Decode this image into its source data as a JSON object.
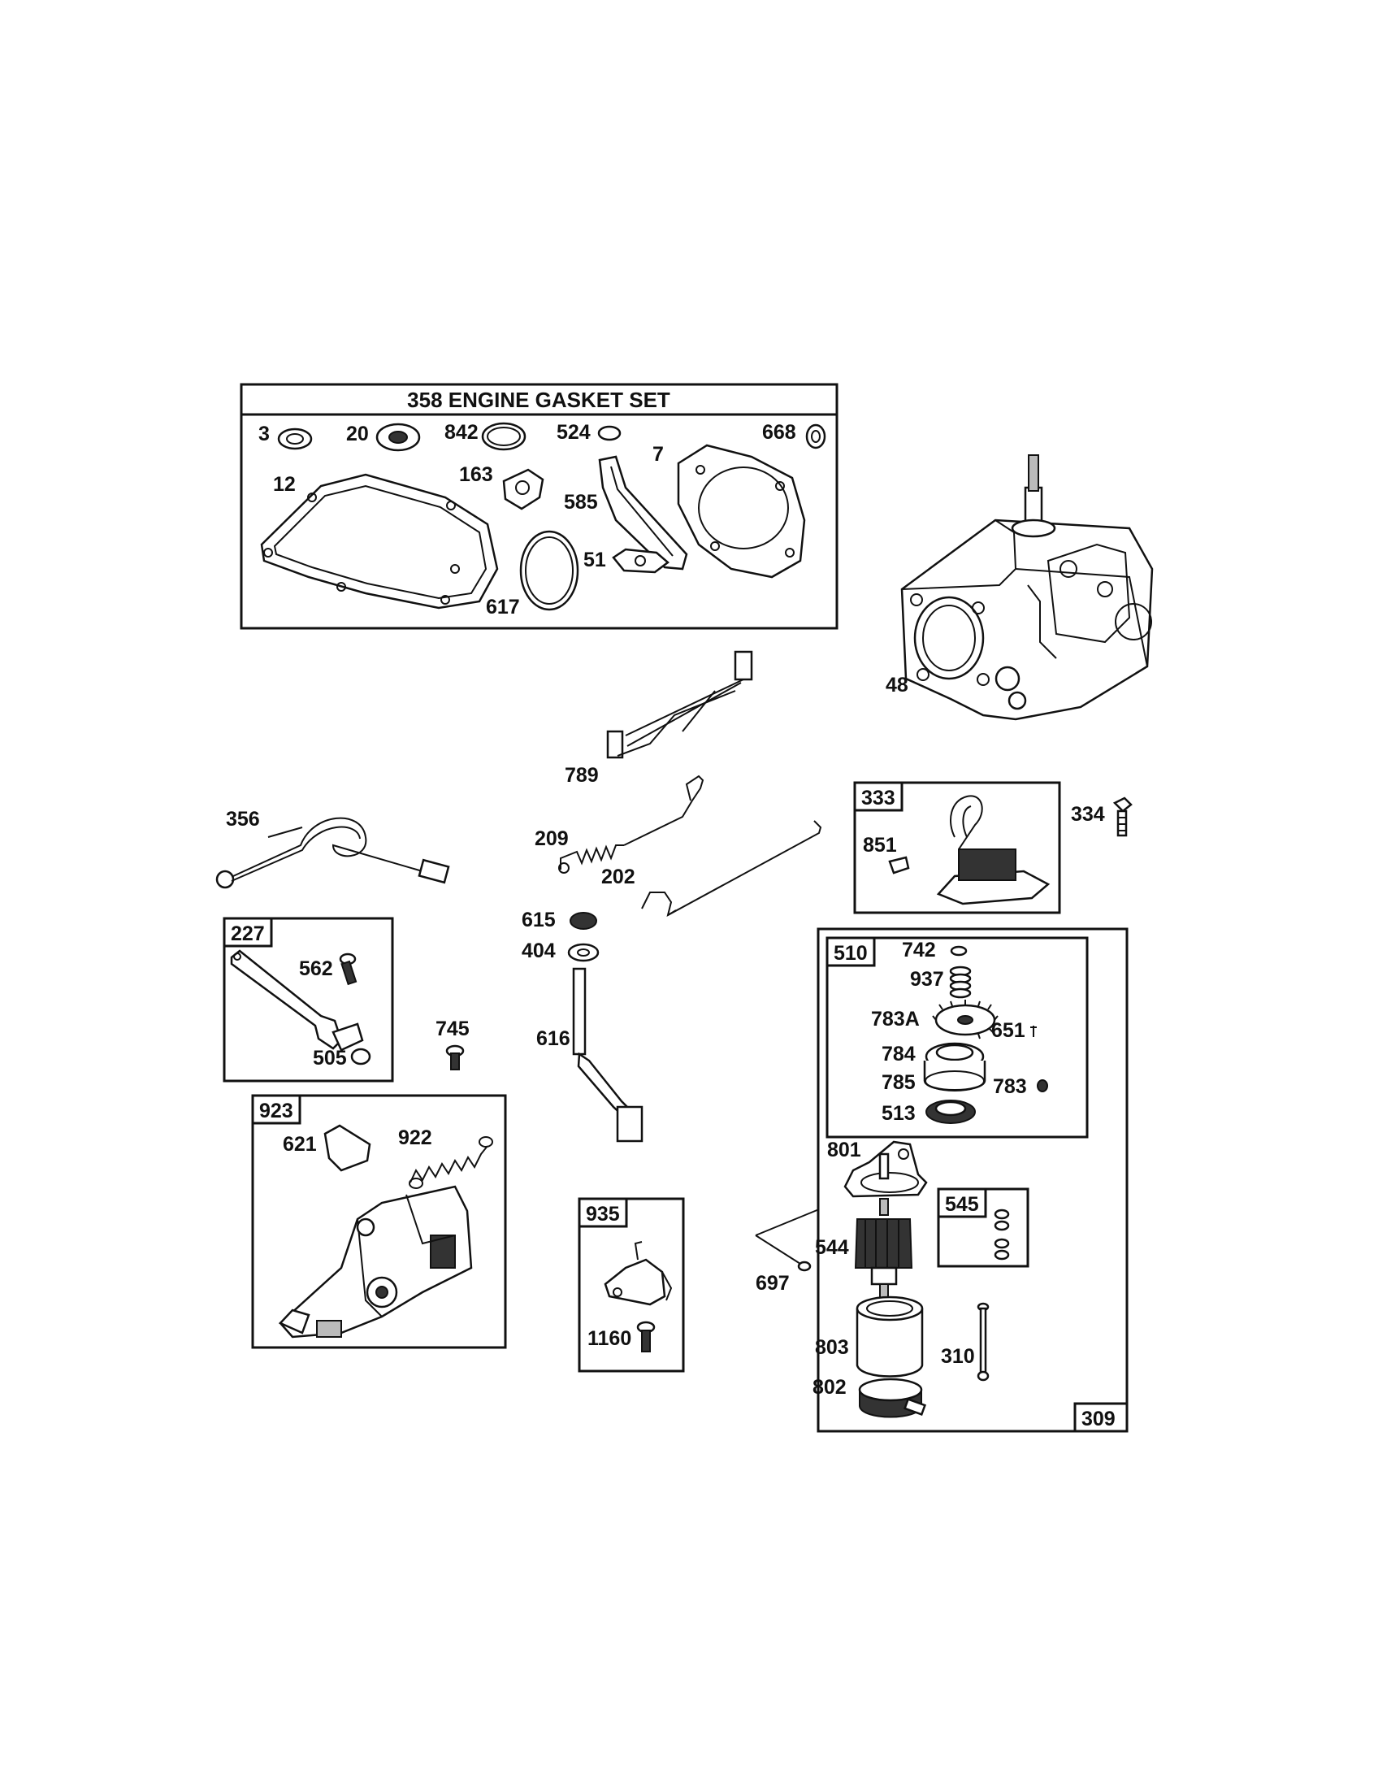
{
  "gasket_set": {
    "title": "358 ENGINE GASKET SET",
    "parts": [
      "3",
      "20",
      "842",
      "524",
      "7",
      "668",
      "12",
      "163",
      "585",
      "51",
      "617"
    ]
  },
  "standalone_parts": [
    "48",
    "789",
    "356",
    "209",
    "202",
    "334",
    "615",
    "404",
    "616",
    "745",
    "697"
  ],
  "kits": [
    {
      "kit": "333",
      "parts": [
        "851"
      ]
    },
    {
      "kit": "227",
      "parts": [
        "562",
        "505"
      ]
    },
    {
      "kit": "923",
      "parts": [
        "621",
        "922"
      ]
    },
    {
      "kit": "935",
      "parts": [
        "1160"
      ]
    },
    {
      "kit": "510",
      "parts": [
        "742",
        "937",
        "783A",
        "784",
        "785",
        "513",
        "651",
        "783"
      ]
    },
    {
      "kit": "545",
      "parts": []
    },
    {
      "kit": "309",
      "parts": [
        "801",
        "544",
        "803",
        "802",
        "310"
      ]
    }
  ],
  "colors": {
    "ink": "#111111",
    "paper": "#ffffff"
  }
}
